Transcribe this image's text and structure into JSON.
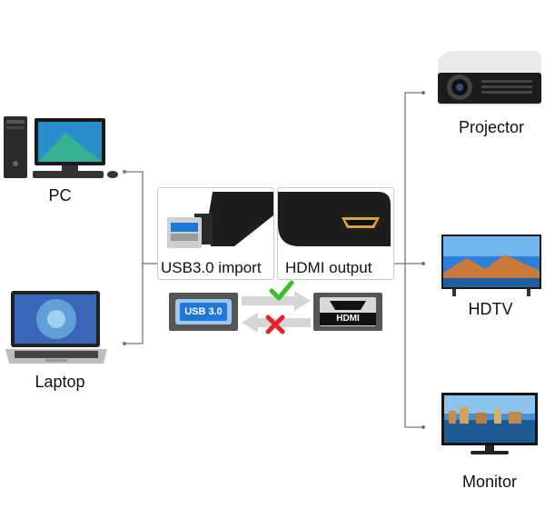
{
  "sources": {
    "pc_label": "PC",
    "laptop_label": "Laptop"
  },
  "adapter": {
    "usb_caption": "USB3.0 import",
    "hdmi_caption": "HDMI output",
    "usb_port_label": "USB 3.0",
    "hdmi_port_label": "HDMI"
  },
  "outputs": {
    "projector_label": "Projector",
    "hdtv_label": "HDTV",
    "monitor_label": "Monitor"
  },
  "colors": {
    "usb_blue": "#1e78d6",
    "check_green": "#3bbf2a",
    "cross_red": "#e0242a",
    "connector_line": "#777777",
    "panel_border": "#c8c8c8"
  }
}
